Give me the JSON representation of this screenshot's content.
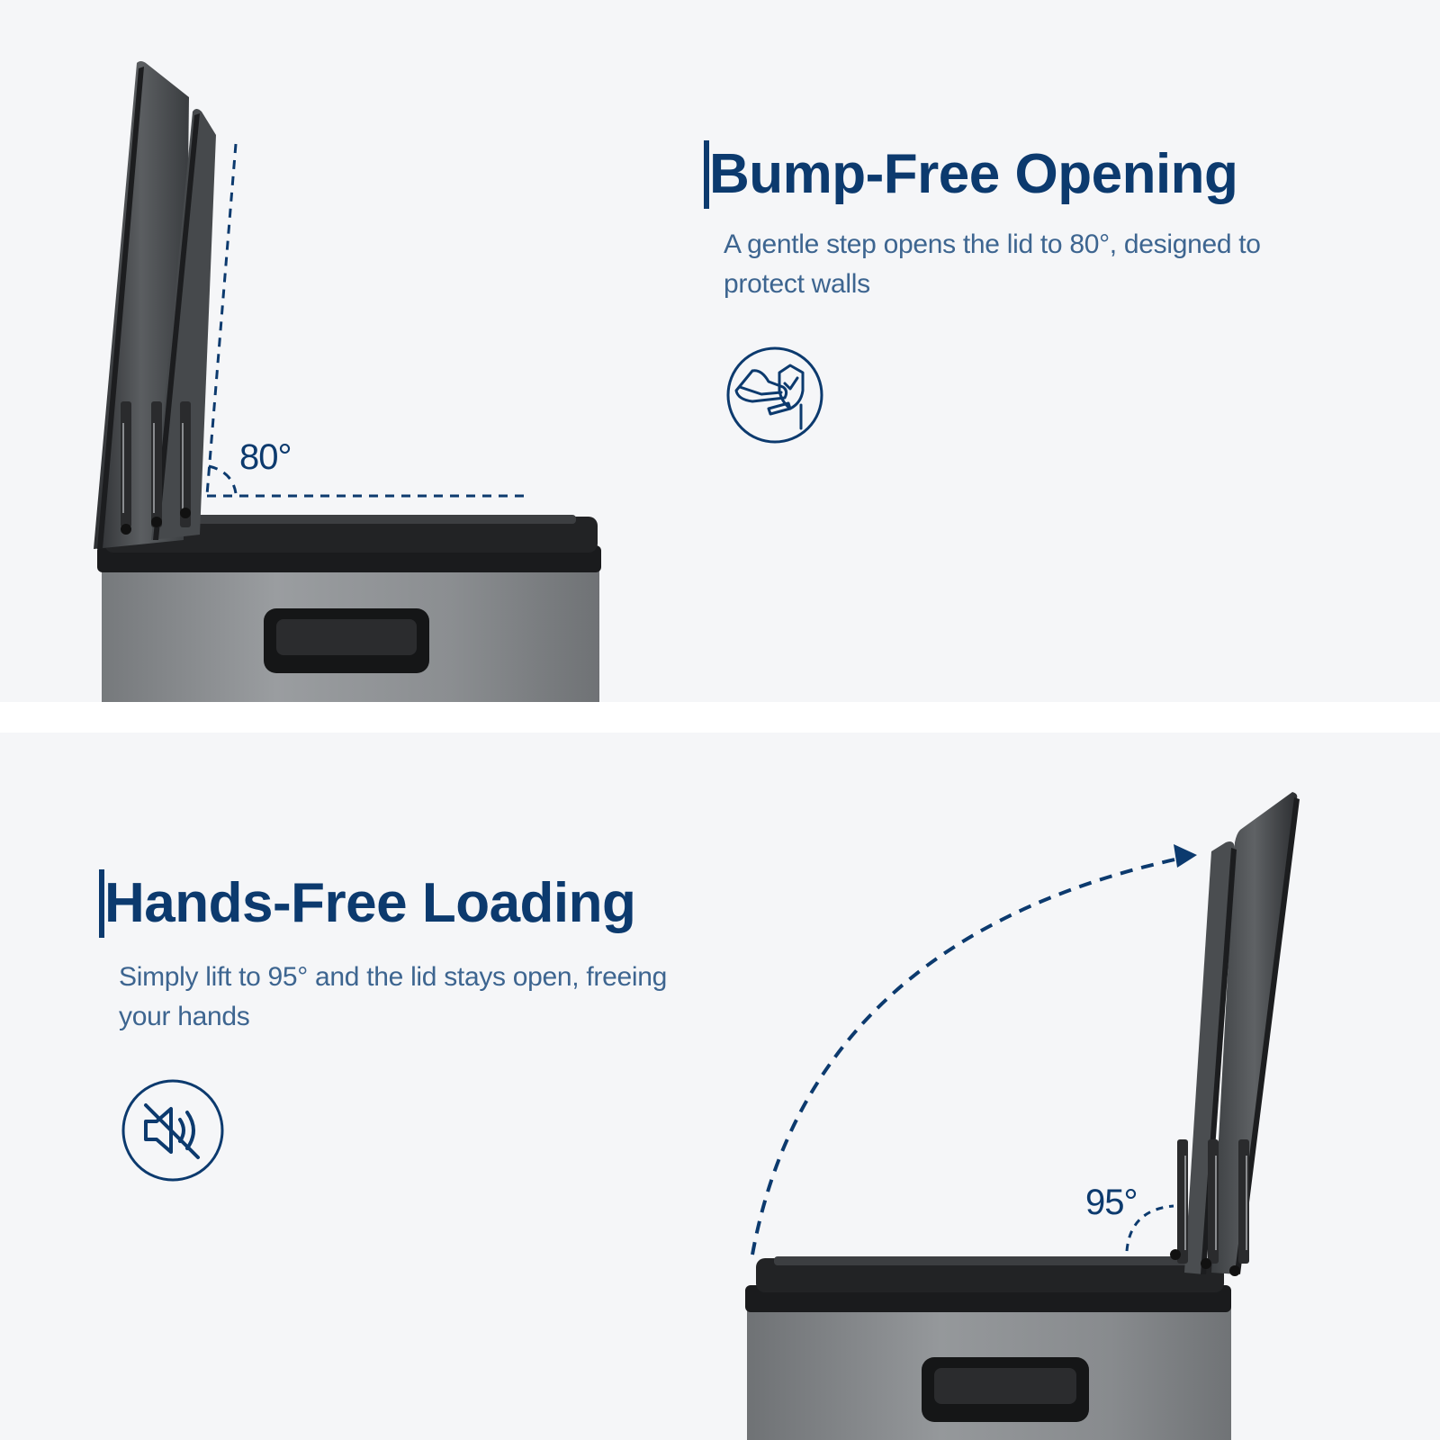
{
  "top_section": {
    "heading_initial": "B",
    "heading_rest": "ump-Free Opening",
    "description": "A gentle step opens the lid to 80°, designed to protect walls",
    "angle_label": "80°",
    "icon": "foot-pedal-shield-icon"
  },
  "bottom_section": {
    "heading_initial": "H",
    "heading_rest": "ands-Free Loading",
    "description": "Simply lift to 95° and the lid stays open, freeing your hands",
    "angle_label": "95°",
    "icon": "mute-speaker-icon"
  },
  "colors": {
    "brand_navy": "#0c3a6e",
    "highlight_blue": "#bcd9f0",
    "background": "#f5f6f8",
    "bin_body": "#8a8d90",
    "lid_dark": "#3a3c3f"
  }
}
